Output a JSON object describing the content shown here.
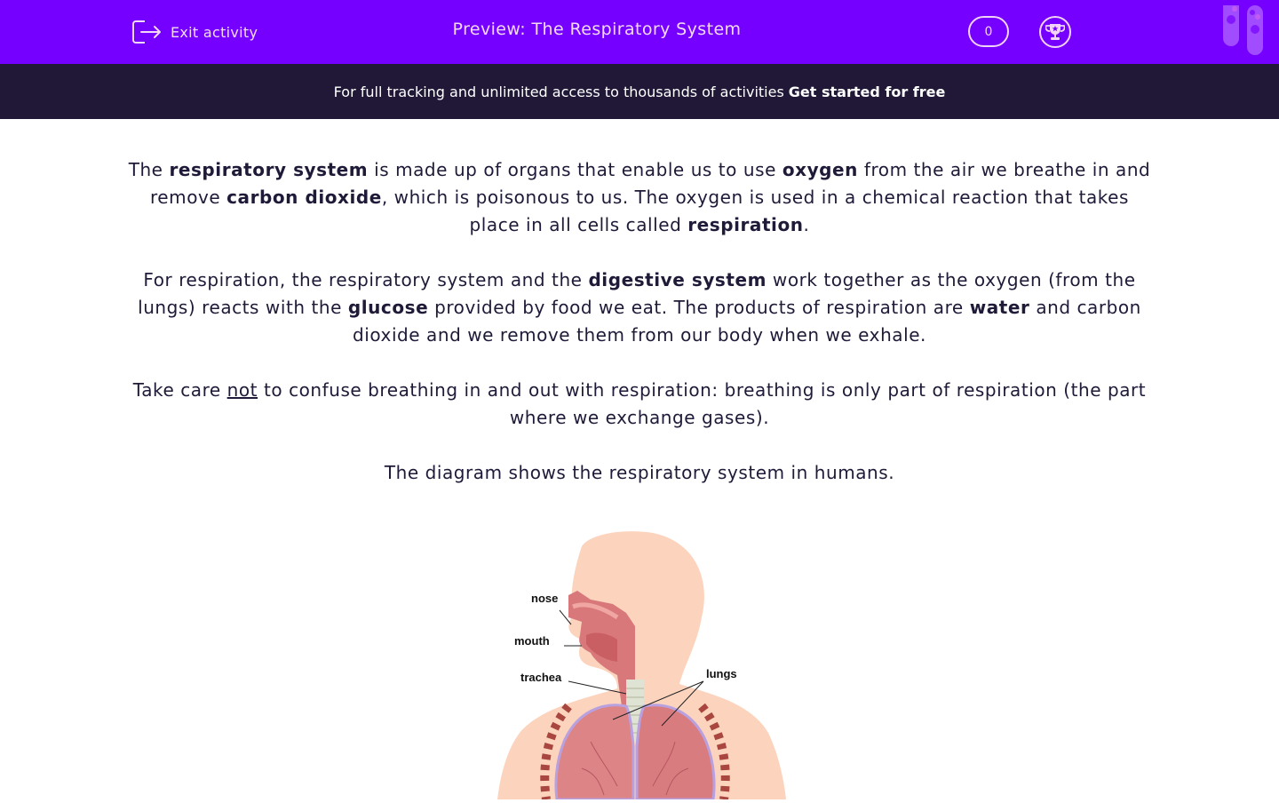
{
  "header": {
    "exit_label": "Exit activity",
    "title": "Preview: The Respiratory System",
    "score": "0",
    "icons": {
      "exit": "exit-door-arrow-icon",
      "trophy": "trophy-icon",
      "logo": "test-tubes-logo-icon"
    },
    "colors": {
      "bar": "#7600ff",
      "foreground": "#f3d9f7"
    }
  },
  "banner": {
    "text": "For full tracking and unlimited access to thousands of activities",
    "cta": "Get started for free",
    "color": "#211838"
  },
  "content": {
    "p1": {
      "t1": "The ",
      "b1": "respiratory system",
      "t2": " is made up of organs that enable us to use ",
      "b2": "oxygen",
      "t3": " from the air we breathe in and remove ",
      "b3": "carbon dioxide",
      "t4": ", which is poisonous to us. The oxygen is used in a chemical reaction that takes place in all cells called ",
      "b4": "respiration",
      "t5": "."
    },
    "p2": {
      "t1": "For respiration, the respiratory system and the ",
      "b1": "digestive system",
      "t2": " work together as the oxygen (from the lungs) reacts with the ",
      "b2": "glucose",
      "t3": " provided by food we eat. The products of respiration are ",
      "b3": "water",
      "t4": " and carbon dioxide and we remove them from our body when we exhale."
    },
    "p3": {
      "t1": "Take care ",
      "u1": "not",
      "t2": " to confuse breathing in and out with respiration: breathing is only part of respiration (the part where we exchange gases)."
    },
    "p4": "The diagram shows the respiratory system in humans."
  },
  "diagram": {
    "labels": [
      "nose",
      "mouth",
      "trachea",
      "lungs"
    ]
  }
}
